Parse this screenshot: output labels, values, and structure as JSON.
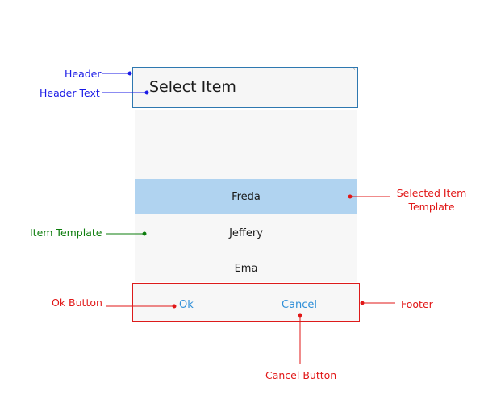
{
  "header": {
    "text": "Select Item"
  },
  "items": [
    "Freda",
    "Jeffery",
    "Ema"
  ],
  "selected_index": 0,
  "footer": {
    "ok_label": "Ok",
    "cancel_label": "Cancel"
  },
  "callouts": {
    "header": "Header",
    "header_text": "Header Text",
    "item_template": "Item Template",
    "selected_item_template_line1": "Selected Item",
    "selected_item_template_line2": "Template",
    "ok_button": "Ok Button",
    "footer": "Footer",
    "cancel_button": "Cancel Button"
  },
  "colors": {
    "header_callout": "#1a1ae6",
    "item_template_callout": "#0d7d0d",
    "footer_callout": "#e11717",
    "selected_row": "#b0d3f0",
    "button_text": "#2f8fd8",
    "header_border": "#2e78b0"
  }
}
